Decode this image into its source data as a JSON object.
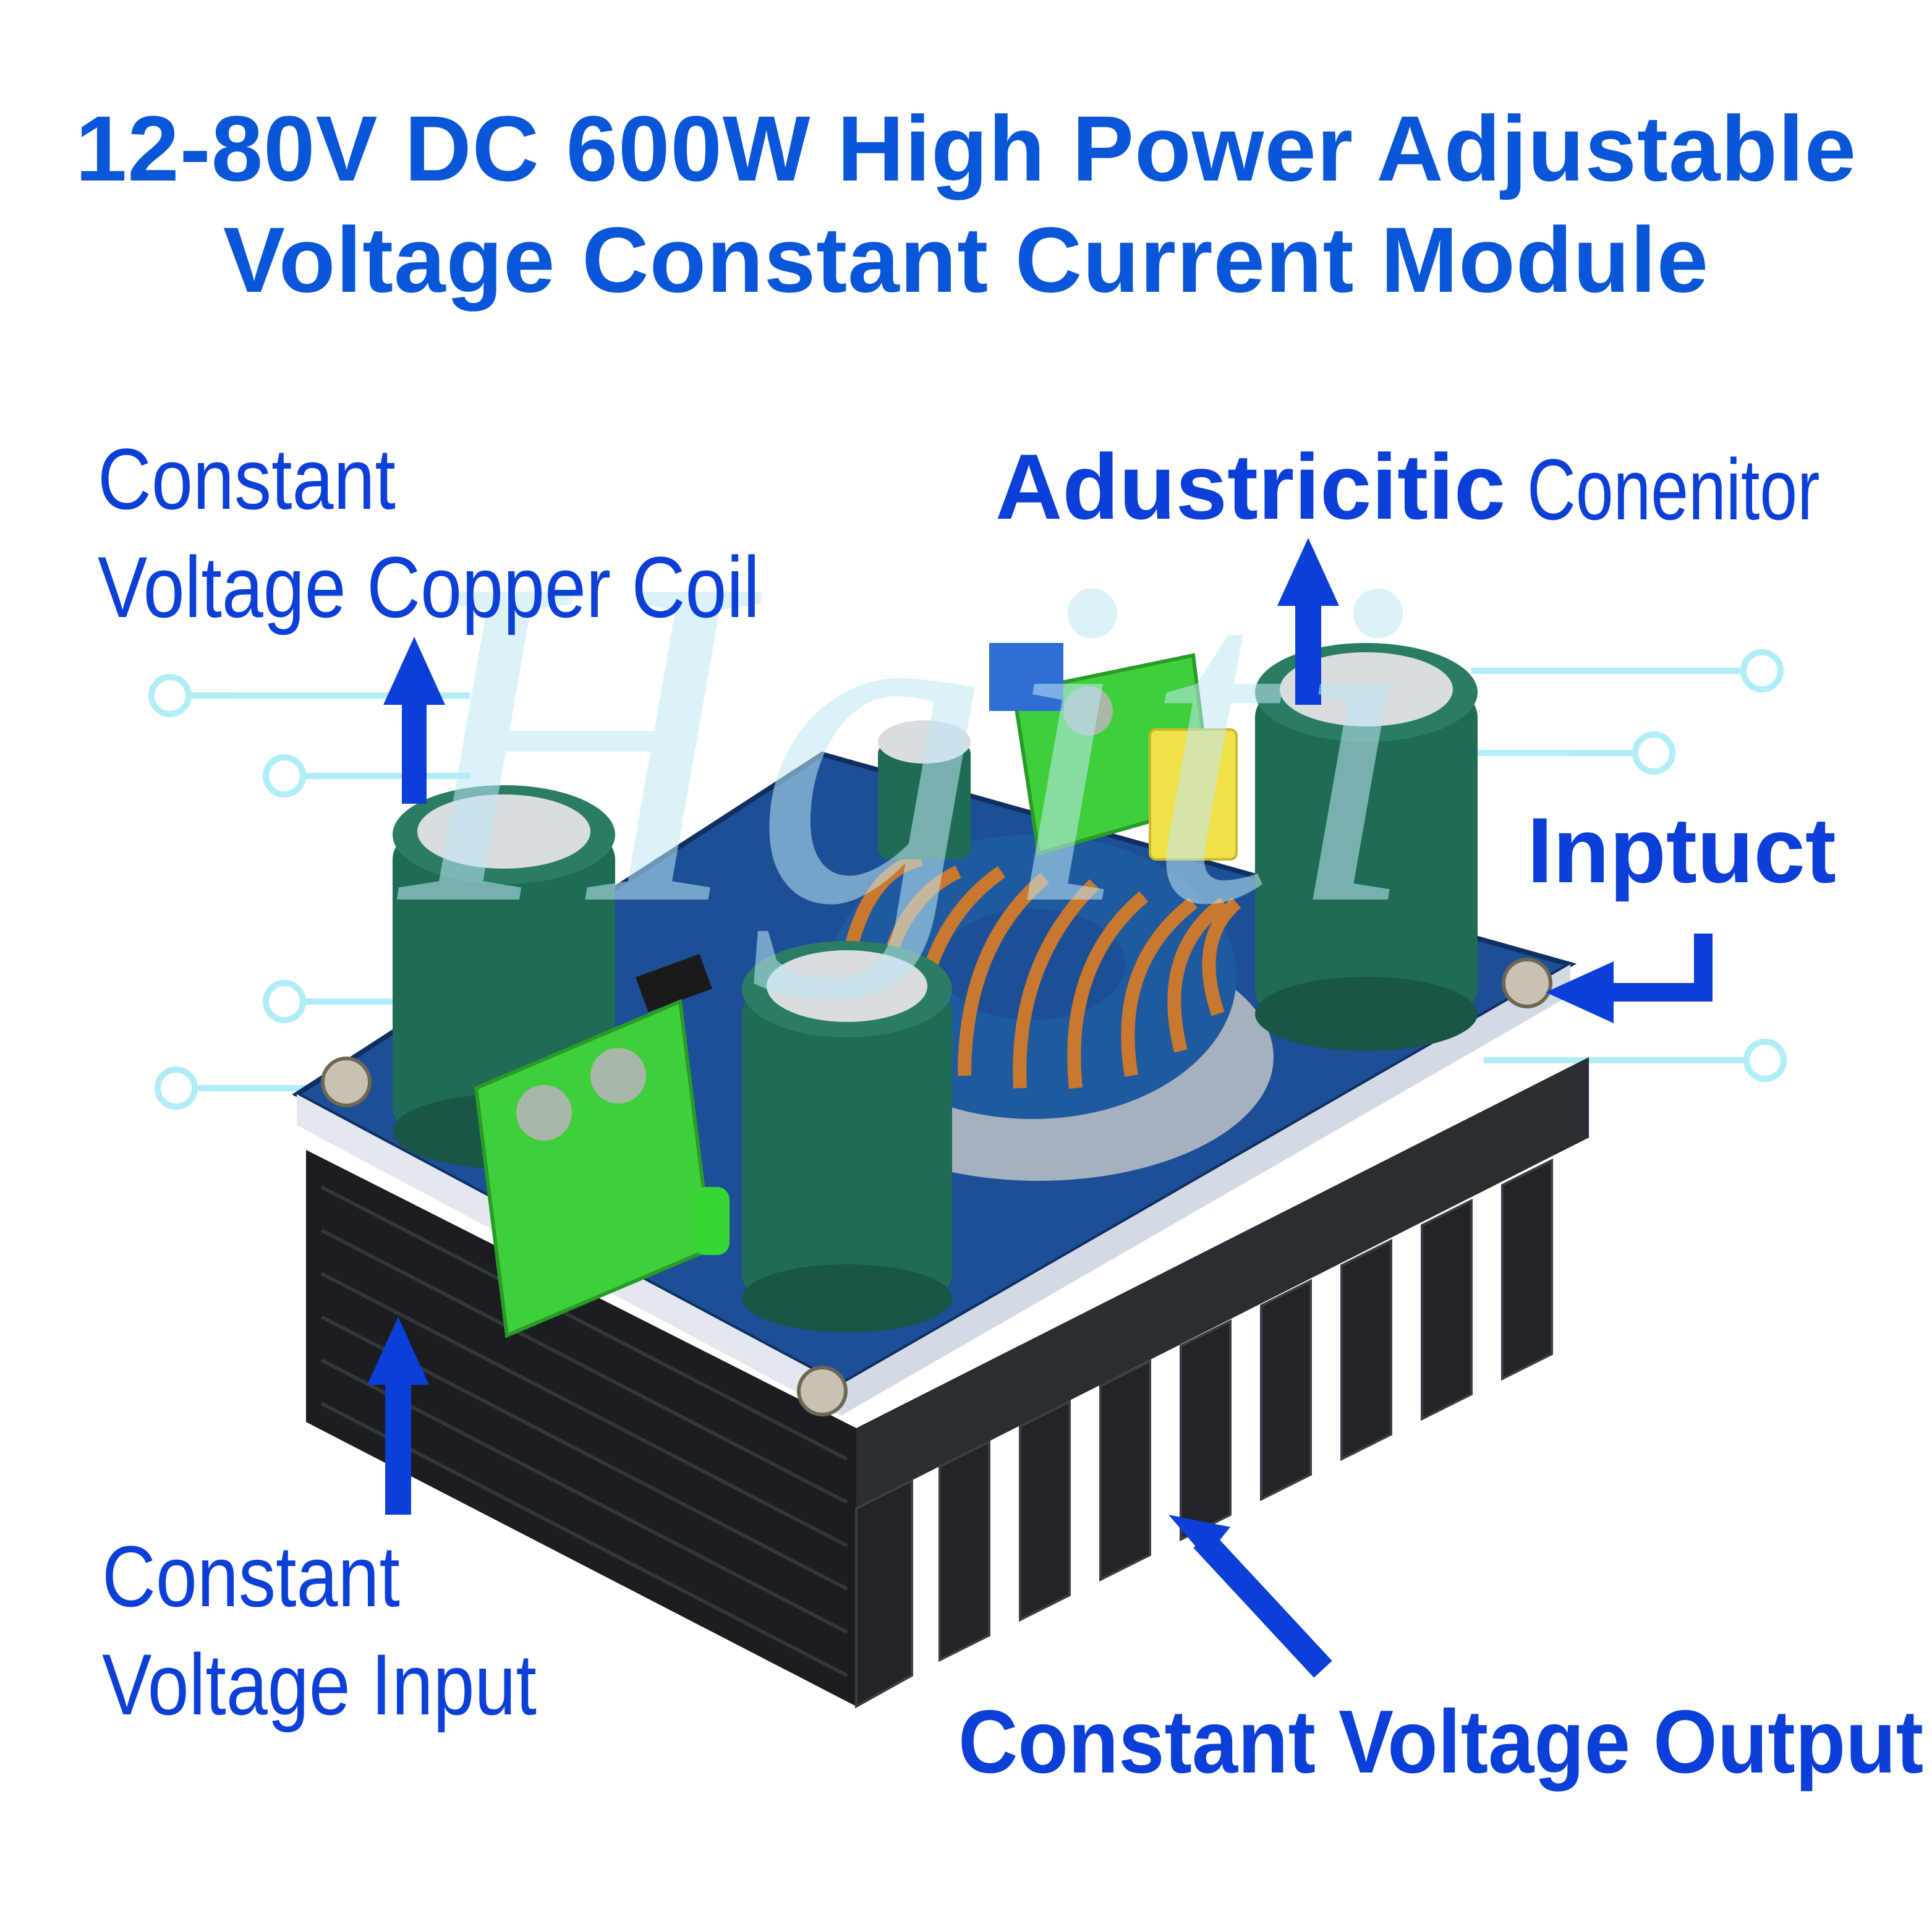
{
  "title": {
    "line1": "12-80V DC 600W High Power Adjustable",
    "line2": "Voltage Constant Current Module"
  },
  "labels": {
    "copper_coil_line1": "Constant",
    "copper_coil_line2": "Voltage Copper Coil",
    "capacitor_word1": "Adustricitic",
    "capacitor_word2": "Conenitor",
    "input": "Inptuct",
    "voltage_input_line1": "Constant",
    "voltage_input_line2": "Voltage Input",
    "voltage_output": "Constant Voltage Output"
  },
  "watermark": "Hgiti",
  "colors": {
    "title_blue": "#0a56d8",
    "label_blue": "#0b3fd8",
    "arrow_blue": "#0b3fd8",
    "pcb_blue": "#1c4f96",
    "capacitor_green": "#1f6b55",
    "terminal_green": "#3fcf3a",
    "heatsink_black": "#1e2024",
    "copper": "#c9782f",
    "circuit_line": "#9fe6f2"
  },
  "icons": [
    "arrow-up-icon",
    "arrow-left-icon",
    "arrow-diagonal-icon"
  ]
}
